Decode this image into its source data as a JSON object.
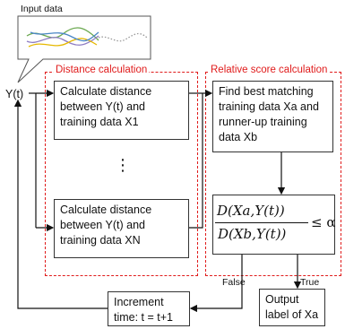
{
  "input_label": "Input data",
  "sections": {
    "distance": "Distance calculation",
    "relative": "Relative score calculation"
  },
  "signal_label": "Y(t)",
  "boxes": {
    "calc_x1": "Calculate  distance\nbetween Y(t) and\ntraining data X1",
    "calc_xn": "Calculate  distance\nbetween Y(t) and\ntraining data XN",
    "find_best": "Find best matching\ntraining data Xa and\nrunner-up training\ndata Xb",
    "increment": "Increment\ntime: t = t+1",
    "output": "Output\nlabel of Xa"
  },
  "ellipsis": "⋮",
  "formula": {
    "numerator": "D(Xa,Y(t))",
    "denominator": "D(Xb,Y(t))",
    "relation": "≤ α"
  },
  "branches": {
    "false_label": "False",
    "true_label": "True"
  },
  "colors": {
    "dashed_border": "#e01b1b",
    "curve_green": "#6aa84f",
    "curve_purple": "#8e7cc3",
    "curve_yellow": "#e6b800",
    "curve_blue": "#4a86c5",
    "curve_gray": "#999999"
  }
}
